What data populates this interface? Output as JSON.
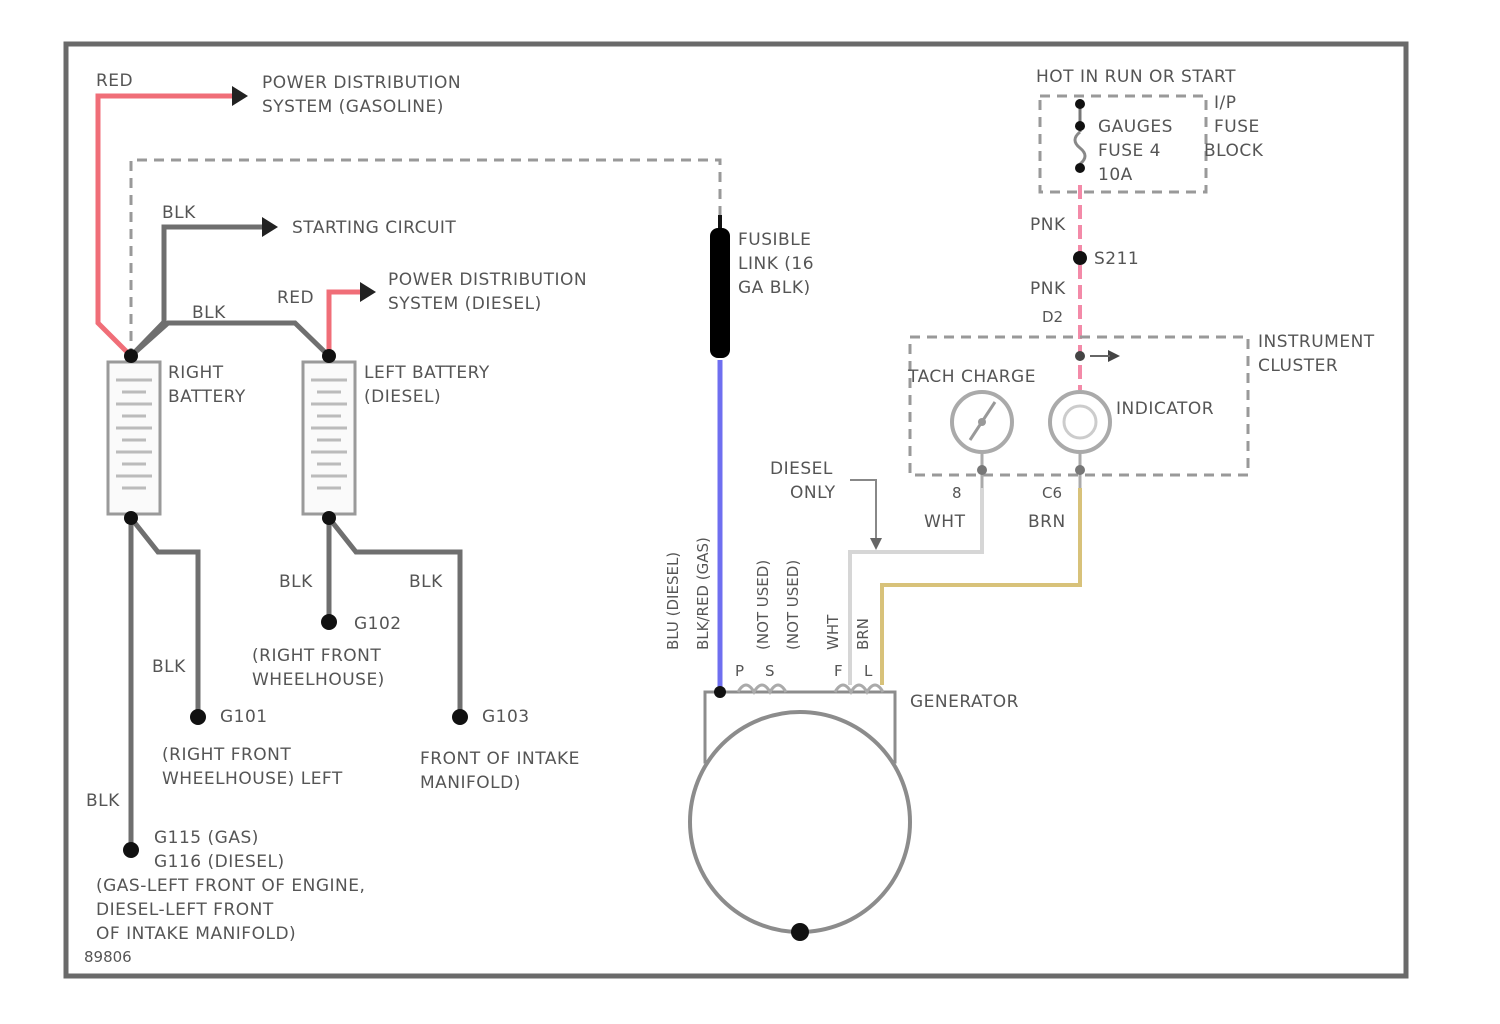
{
  "colors": {
    "red_wire": "#f06e78",
    "blk_wire": "#6f6f6f",
    "blu_wire": "#6f6ff0",
    "brn_wire": "#d8c27a",
    "pnk_wire": "#f38aa8",
    "wht_wire": "#d6d6d6",
    "fusible_link": "#000000",
    "frame": "#6a6a6a"
  },
  "labels": {
    "red_top": "RED",
    "power_dist_gas_1": "POWER DISTRIBUTION",
    "power_dist_gas_2": "SYSTEM (GASOLINE)",
    "blk_starting": "BLK",
    "starting_circuit": "STARTING CIRCUIT",
    "red_diesel": "RED",
    "power_dist_diesel_1": "POWER DISTRIBUTION",
    "power_dist_diesel_2": "SYSTEM (DIESEL)",
    "blk_between": "BLK",
    "right_battery_1": "RIGHT",
    "right_battery_2": "BATTERY",
    "left_battery_1": "LEFT BATTERY",
    "left_battery_2": "(DIESEL)",
    "blk_a": "BLK",
    "blk_b": "BLK",
    "blk_c": "BLK",
    "blk_d": "BLK",
    "g102": "G102",
    "g102_loc_1": "(RIGHT FRONT",
    "g102_loc_2": "WHEELHOUSE)",
    "g101": "G101",
    "g101_loc_1": "(RIGHT FRONT",
    "g101_loc_2": "WHEELHOUSE) LEFT",
    "g103": "G103",
    "g103_loc_1": "FRONT OF INTAKE",
    "g103_loc_2": "MANIFOLD)",
    "g_bottom_1": "G115 (GAS)",
    "g_bottom_2": "G116 (DIESEL)",
    "g_bottom_3": "(GAS-LEFT FRONT OF ENGINE,",
    "g_bottom_4": "DIESEL-LEFT FRONT",
    "g_bottom_5": "OF INTAKE MANIFOLD)",
    "diagram_code": "89806",
    "fusible_1": "FUSIBLE",
    "fusible_2": "LINK (16",
    "fusible_3": "GA BLK)",
    "wire_blu_diesel": "BLU (DIESEL)",
    "wire_blk_red": "BLK/RED (GAS)",
    "not_used_1": "(NOT USED)",
    "not_used_2": "(NOT USED)",
    "wht_v": "WHT",
    "brn_v": "BRN",
    "term_p": "P",
    "term_s": "S",
    "term_f": "F",
    "term_l": "L",
    "generator": "GENERATOR",
    "diesel_only_1": "DIESEL",
    "diesel_only_2": "ONLY",
    "wht": "WHT",
    "brn": "BRN",
    "pin_8": "8",
    "pin_c6": "C6",
    "pin_d2": "D2",
    "tach_charge": "TACH CHARGE",
    "indicator": "INDICATOR",
    "instrument_1": "INSTRUMENT",
    "instrument_2": "CLUSTER",
    "hot_in_run": "HOT IN RUN OR START",
    "fuse_block_1": "I/P",
    "fuse_block_2": "FUSE",
    "fuse_block_3": "BLOCK",
    "gauges_1": "GAUGES",
    "gauges_2": "FUSE 4",
    "gauges_3": "10A",
    "pnk_1": "PNK",
    "pnk_2": "PNK",
    "s211": "S211"
  }
}
